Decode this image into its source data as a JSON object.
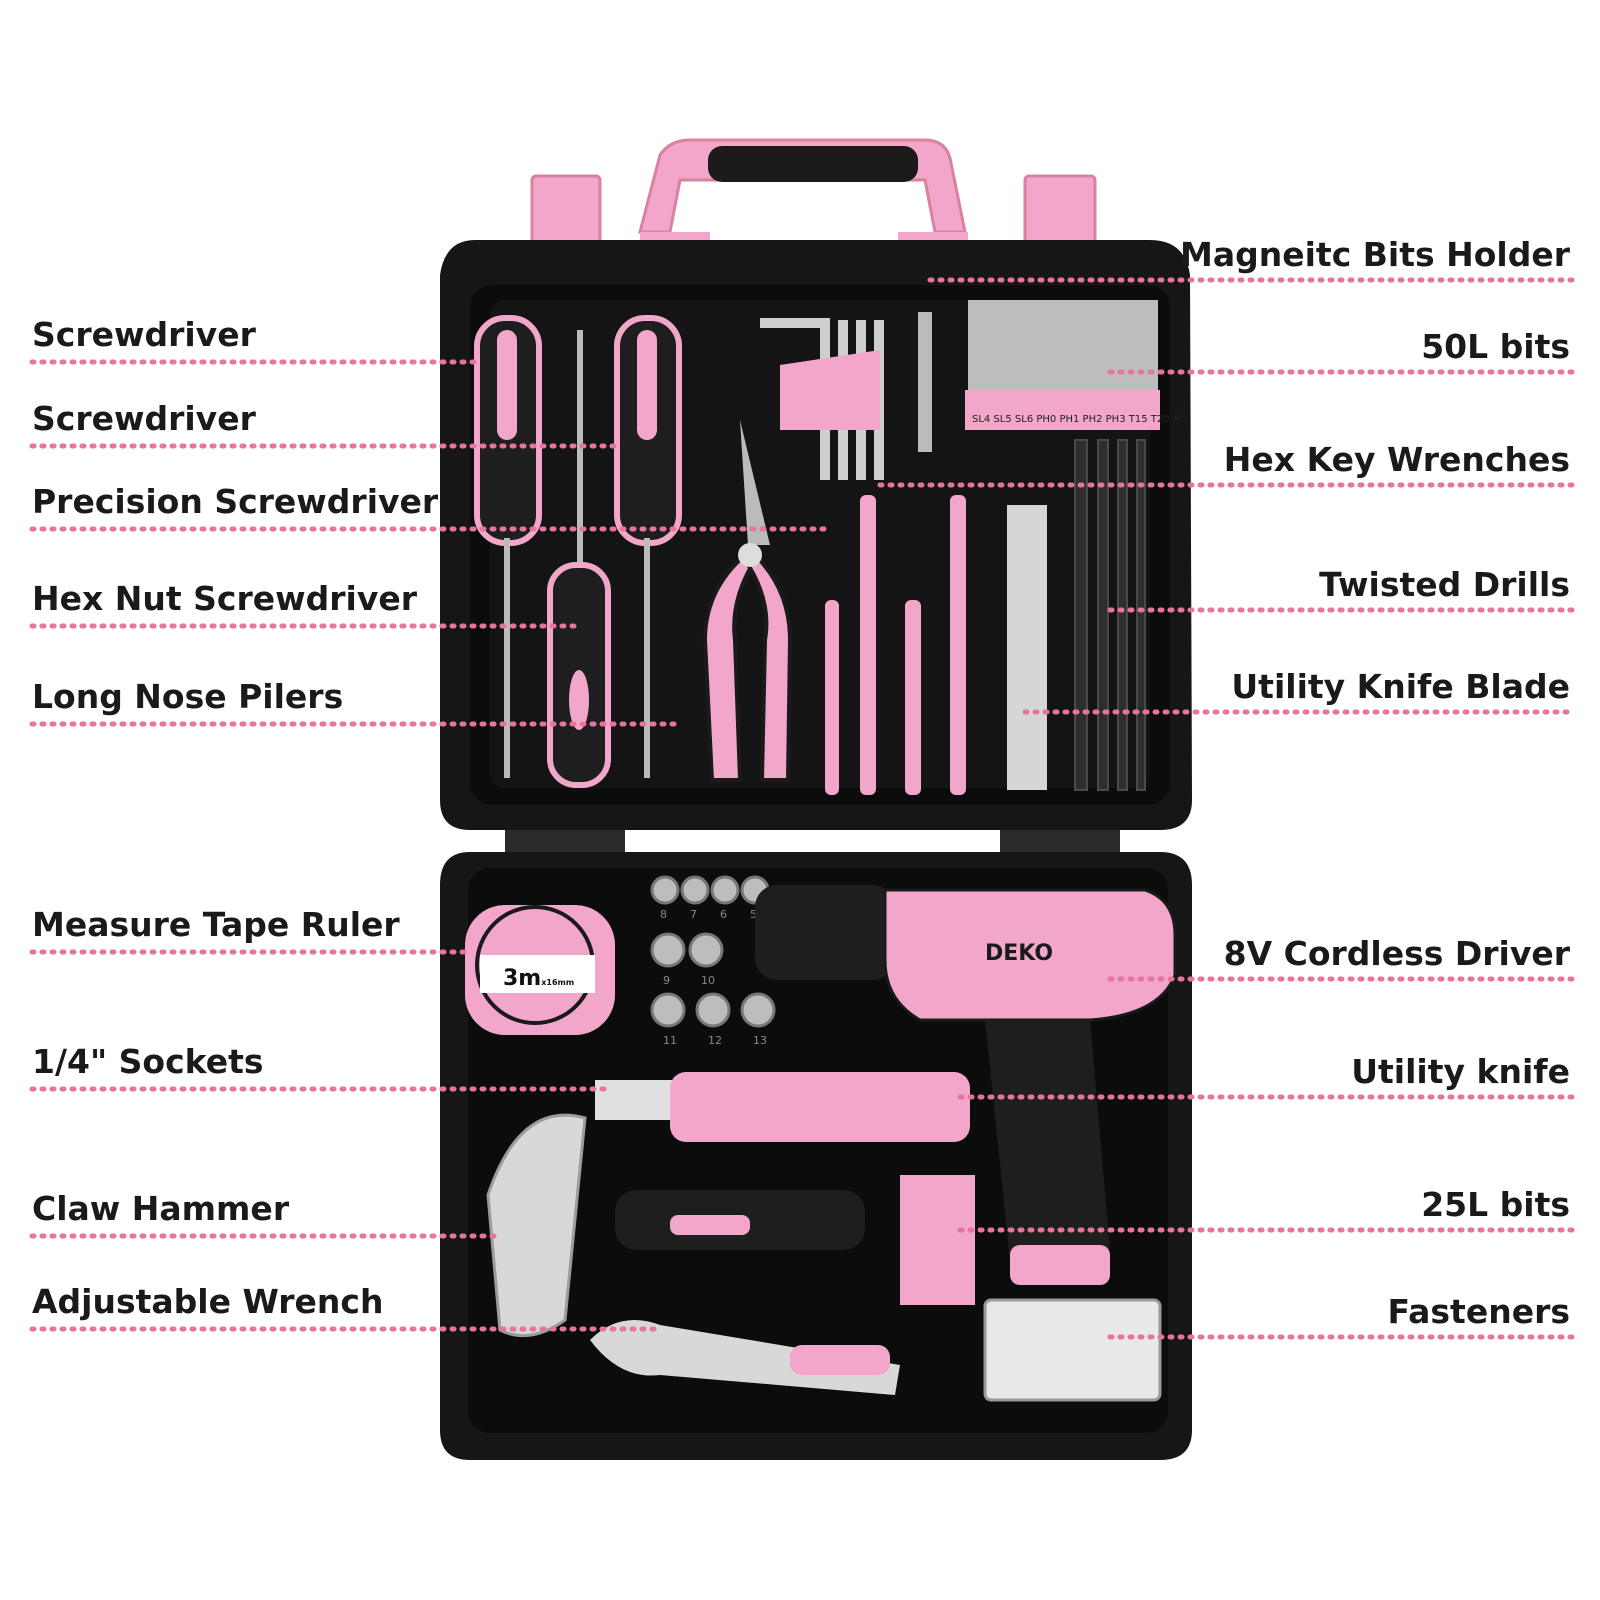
{
  "brand": "DEKO",
  "colors": {
    "accent": "#f2a6c9",
    "accent_dark": "#e37bac",
    "case": "#161616",
    "tray": "#0c0c0c",
    "leader": "#e6749c"
  },
  "case_markings": {
    "tape_size": "3m",
    "tape_sub": "x16mm",
    "socket_sizes": [
      "8",
      "7",
      "6",
      "5",
      "9",
      "10",
      "11",
      "12",
      "13"
    ],
    "bit_codes": [
      "SL4",
      "SL5",
      "SL6",
      "PH0",
      "PH1",
      "PH2",
      "PH3",
      "T15",
      "T20",
      "AD"
    ]
  },
  "left_labels": [
    "Screwdriver",
    "Screwdriver",
    "Precision Screwdriver",
    "Hex Nut Screwdriver",
    "Long Nose Pilers",
    "Measure Tape Ruler",
    "1/4\" Sockets",
    "Claw Hammer",
    "Adjustable Wrench"
  ],
  "right_labels": [
    "Magneitc Bits Holder",
    "50L bits",
    "Hex Key Wrenches",
    "Twisted Drills",
    "Utility Knife Blade",
    "8V Cordless Driver",
    "Utility knife",
    "25L bits",
    "Fasteners"
  ]
}
